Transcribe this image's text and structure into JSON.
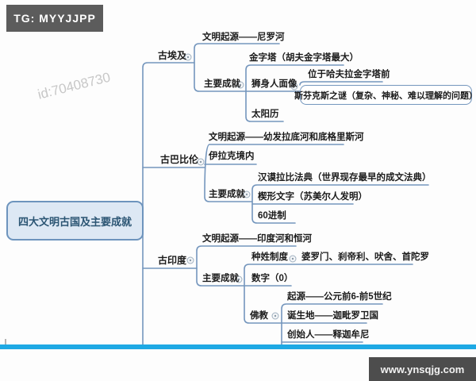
{
  "badges": {
    "tg": "TG: MYYJJPP",
    "site": "www.ynsqjg.com",
    "watermark": "id:70408730"
  },
  "colors": {
    "line": "#7496bd",
    "root_fill": "#dde8f4",
    "root_border": "#6d94bd",
    "bottom_bar": "#1ea9e4",
    "badge_bg": "#5c5c5c"
  },
  "mindmap": {
    "root": "四大文明古国及主要成就",
    "branches": [
      {
        "label": "古埃及",
        "children": [
          {
            "label": "文明起源——尼罗河"
          },
          {
            "label": "主要成就",
            "children": [
              {
                "label": "金字塔（胡夫金字塔最大）"
              },
              {
                "label": "狮身人面像",
                "children": [
                  {
                    "label": "位于哈夫拉金字塔前"
                  },
                  {
                    "label": "斯芬克斯之谜（复杂、神秘、难以理解的问题）"
                  }
                ]
              },
              {
                "label": "太阳历"
              }
            ]
          }
        ]
      },
      {
        "label": "古巴比伦",
        "children": [
          {
            "label": "文明起源——幼发拉底河和底格里斯河"
          },
          {
            "label": "伊拉克境内"
          },
          {
            "label": "主要成就",
            "children": [
              {
                "label": "汉谟拉比法典（世界现存最早的成文法典）"
              },
              {
                "label": "楔形文字（苏美尔人发明）"
              },
              {
                "label": "60进制"
              }
            ]
          }
        ]
      },
      {
        "label": "古印度",
        "children": [
          {
            "label": "文明起源——印度河和恒河"
          },
          {
            "label": "主要成就",
            "children": [
              {
                "label": "种姓制度",
                "children": [
                  {
                    "label": "婆罗门、刹帝利、吠舍、首陀罗"
                  }
                ]
              },
              {
                "label": "数字（0）"
              },
              {
                "label": "佛教",
                "children": [
                  {
                    "label": "起源——公元前6-前5世纪"
                  },
                  {
                    "label": "诞生地——迦毗罗卫国"
                  },
                  {
                    "label": "创始人——释迦牟尼"
                  }
                ]
              }
            ]
          }
        ]
      }
    ]
  }
}
